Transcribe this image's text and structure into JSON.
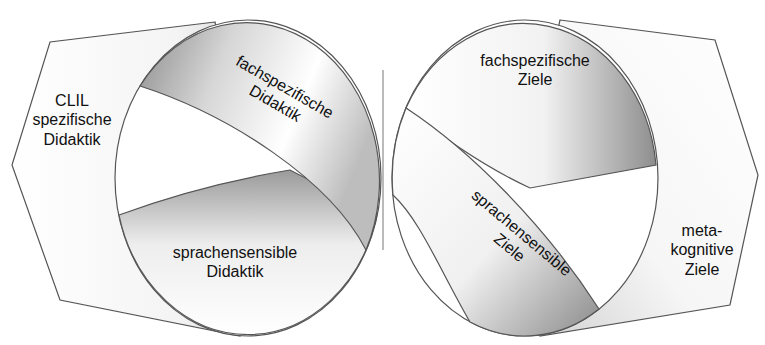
{
  "diagram": {
    "nodes": [
      {
        "text": [
          "CLIL spezifische Didaktik"
        ]
      },
      {
        "text": [
          "fachspezifische Didaktik"
        ]
      },
      {
        "text": [
          "sprachensensible Didaktik"
        ]
      },
      {
        "text": [
          "fachspezifische Ziele"
        ]
      },
      {
        "text": [
          "sprachensensible Ziele"
        ]
      },
      {
        "text": [
          "meta- kognitive Ziele"
        ]
      }
    ]
  }
}
